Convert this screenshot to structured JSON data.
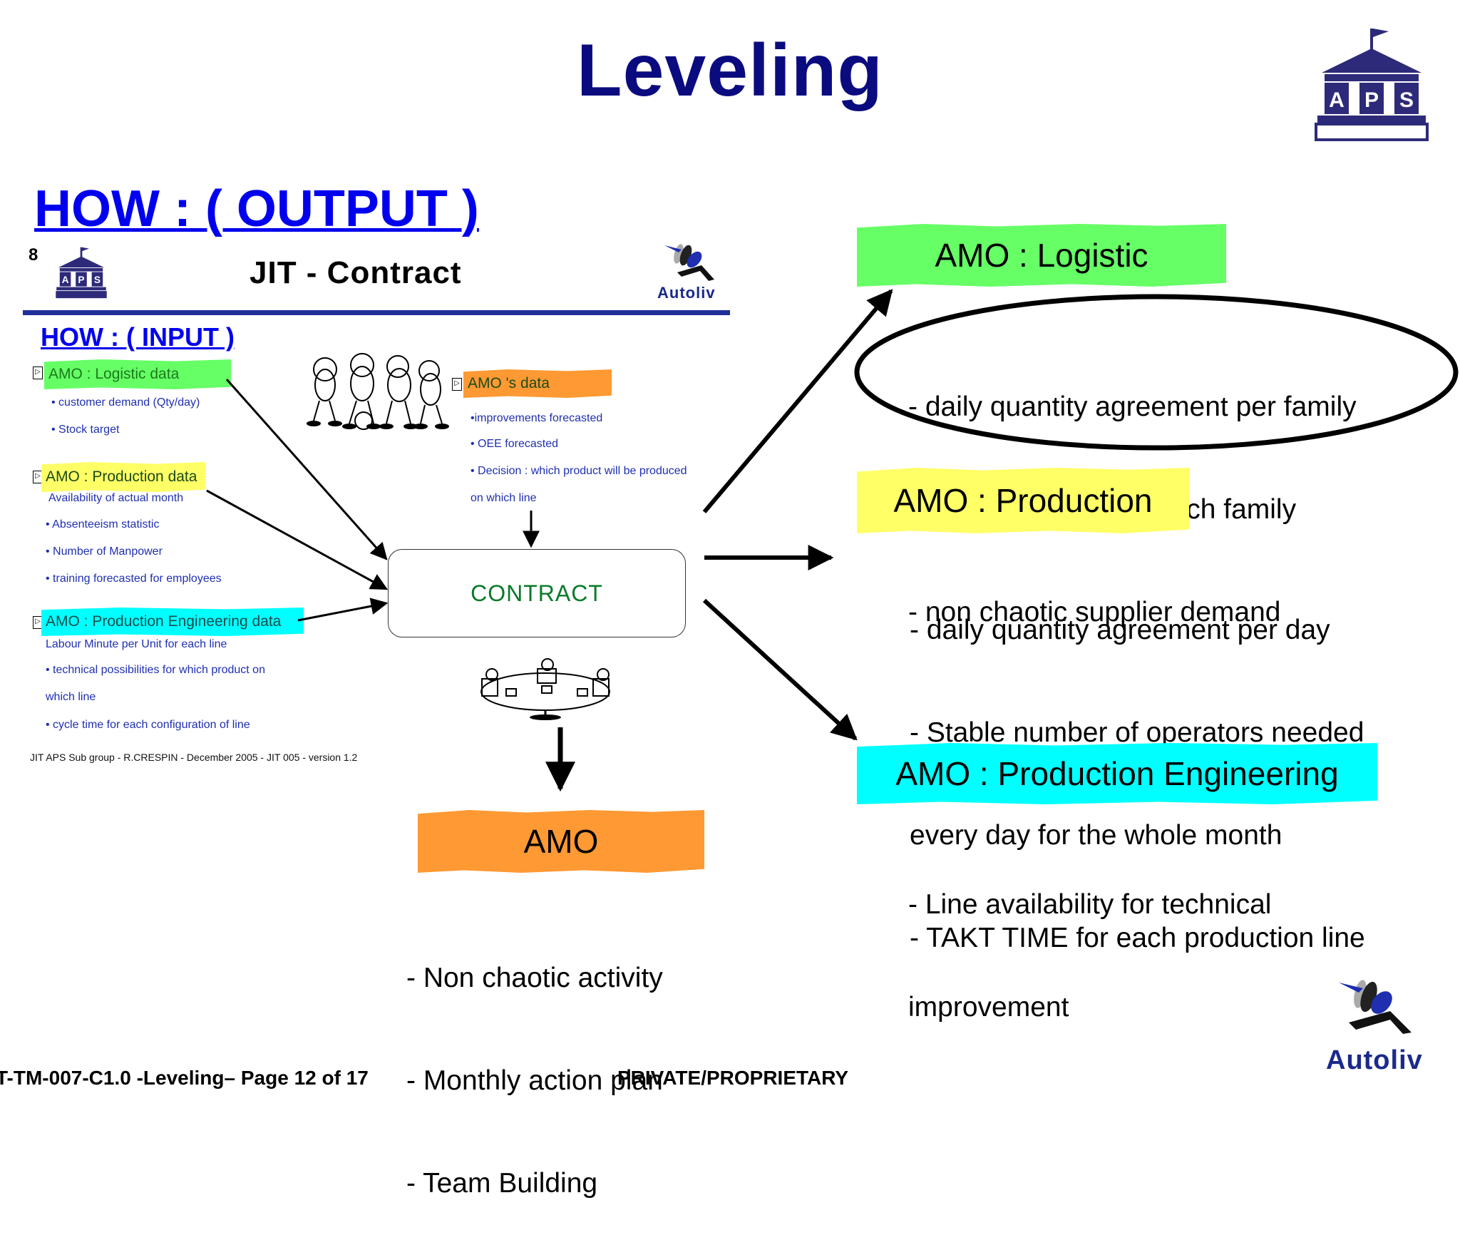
{
  "title": "Leveling",
  "how_output": "HOW : ( OUTPUT )",
  "aps_logo": {
    "letters": [
      "A",
      "P",
      "S"
    ],
    "color": "#2e2a7a"
  },
  "inner_slide": {
    "number": "8",
    "title": "JIT - Contract",
    "autoliv_label": "Autoliv",
    "how_input": "HOW : ( INPUT )",
    "logistic_tag": "AMO : Logistic data",
    "logistic_items": [
      "• customer demand (Qty/day)",
      "• Stock target"
    ],
    "production_tag": "AMO : Production data",
    "production_items": [
      "Availability of actual month",
      "• Absenteeism statistic",
      "• Number of Manpower",
      "• training forecasted for employees"
    ],
    "engineering_tag": "AMO : Production Engineering data",
    "engineering_items": [
      "Labour Minute per Unit for each line",
      "• technical possibilities for which product on",
      "which line",
      "• cycle time for each configuration of line"
    ],
    "amo_data_tag": "AMO 's data",
    "amo_data_items": [
      "•improvements forecasted",
      "• OEE forecasted",
      "• Decision : which product will be produced",
      "on which line"
    ],
    "contract": "CONTRACT",
    "footer": "JIT APS Sub group - R.CRESPIN - December 2005 - JIT 005 - version 1.2"
  },
  "logistic": {
    "label": "AMO : Logistic",
    "color": "#66ff66",
    "lines": [
      "- daily quantity agreement per family",
      "and flexibility inside each family",
      "- non chaotic supplier demand"
    ]
  },
  "production": {
    "label": "AMO : Production",
    "color": "#ffff66",
    "lines": [
      "- daily quantity agreement per day",
      "- Stable number of operators needed",
      "every day for the whole month",
      "- TAKT TIME for each production line"
    ]
  },
  "engineering": {
    "label": "AMO : Production Engineering",
    "color": "#00ffff",
    "lines": [
      "- Line availability for technical",
      "improvement"
    ]
  },
  "amo": {
    "label": "AMO",
    "color": "#ff9933",
    "lines": [
      "- Non chaotic activity",
      "- Monthly action plan",
      "- Team Building"
    ]
  },
  "autoliv_logo_text": "Autoliv",
  "footer": {
    "left": "T-TM-007-C1.0 -Leveling– Page 12 of 17",
    "center": "PRIVATE/PROPRIETARY"
  }
}
